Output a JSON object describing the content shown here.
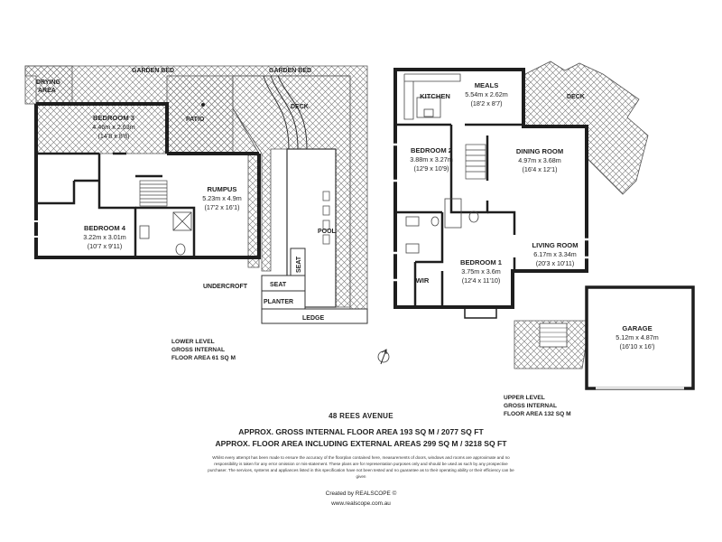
{
  "address": "48 REES AVENUE",
  "totals": {
    "line1": "APPROX. GROSS INTERNAL FLOOR AREA 193 SQ M / 2077 SQ FT",
    "line2": "APPROX. FLOOR AREA INCLUDING EXTERNAL AREAS 299 SQ M / 3218 SQ FT"
  },
  "disclaimer": "Whilst every attempt has been made to ensure the accuracy of the floorplan contained here, measurements of doors, windows and rooms are approximate and no responsibility is taken for any error omission or mis-statement. These plans are for representation purposes only and should be used as such by any prospective purchaser. The services, systems and appliances listed in this specification have not been tested and no guarantee as to their operating ability or their efficiency can be given",
  "credit": "Created by REALSCOPE ©",
  "website": "www.realscope.com.au",
  "lower_level": {
    "area_lines": [
      "LOWER LEVEL",
      "GROSS INTERNAL",
      "FLOOR AREA 61 SQ M"
    ],
    "exterior": {
      "garden_bed_left": "GARDEN BED",
      "garden_bed_right": "GARDEN BED",
      "drying_area": [
        "DRYING",
        "AREA"
      ],
      "patio": "PATIO",
      "deck": "DECK",
      "pool": "POOL",
      "seat_vertical": "SEAT",
      "seat": "SEAT",
      "planter": "PLANTER",
      "ledge": "LEDGE",
      "undercroft": "UNDERCROFT"
    },
    "rooms": {
      "bedroom3": {
        "name": "BEDROOM 3",
        "metric": "4.46m x 2.63m",
        "imperial": "(14'8 x 8'8)"
      },
      "bedroom4": {
        "name": "BEDROOM 4",
        "metric": "3.22m x 3.01m",
        "imperial": "(10'7 x 9'11)"
      },
      "rumpus": {
        "name": "RUMPUS",
        "metric": "5.23m x 4.9m",
        "imperial": "(17'2 x 16'1)"
      }
    }
  },
  "upper_level": {
    "area_lines": [
      "UPPER LEVEL",
      "GROSS INTERNAL",
      "FLOOR AREA 132 SQ M"
    ],
    "exterior": {
      "deck": "DECK"
    },
    "rooms": {
      "kitchen": {
        "name": "KITCHEN"
      },
      "meals": {
        "name": "MEALS",
        "metric": "5.54m x 2.62m",
        "imperial": "(18'2 x 8'7)"
      },
      "bedroom2": {
        "name": "BEDROOM 2",
        "metric": "3.88m x 3.27m",
        "imperial": "(12'9 x 10'9)"
      },
      "dining": {
        "name": "DINING ROOM",
        "metric": "4.97m x 3.68m",
        "imperial": "(16'4 x 12'1)"
      },
      "bedroom1": {
        "name": "BEDROOM 1",
        "metric": "3.75m x 3.6m",
        "imperial": "(12'4 x 11'10)"
      },
      "living": {
        "name": "LIVING ROOM",
        "metric": "6.17m x 3.34m",
        "imperial": "(20'3 x 10'11)"
      },
      "wir": {
        "name": "WIR"
      },
      "garage": {
        "name": "GARAGE",
        "metric": "5.12m x 4.87m",
        "imperial": "(16'10 x 16')"
      }
    }
  }
}
